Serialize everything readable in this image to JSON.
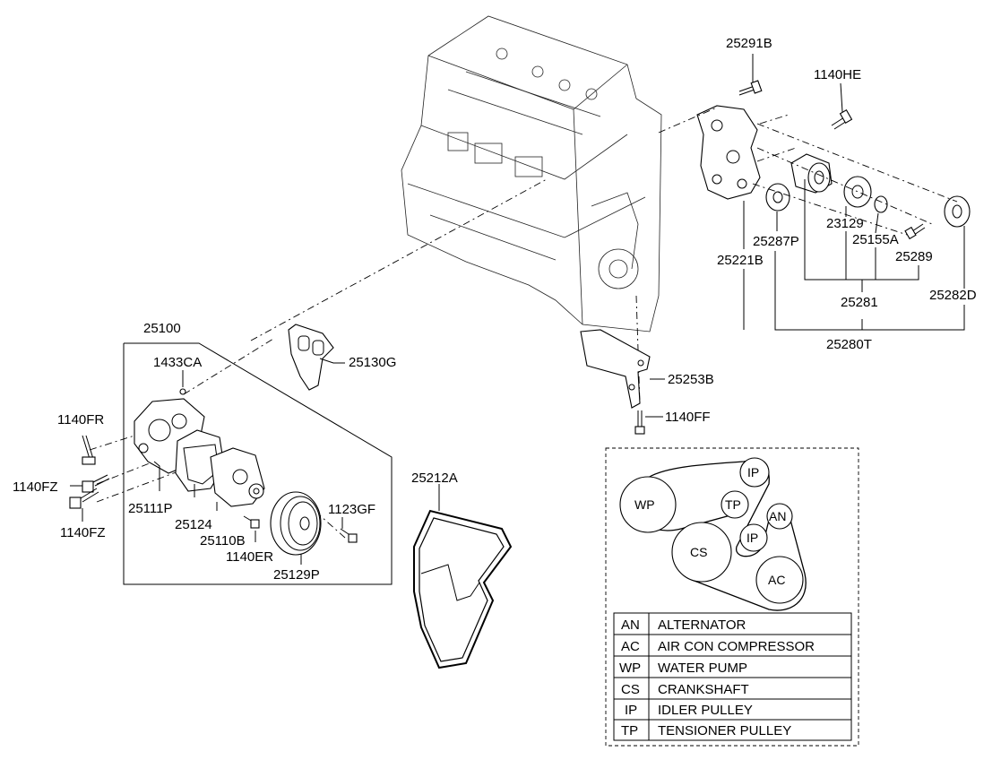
{
  "part_labels": {
    "p25291B": "25291B",
    "p1140HE": "1140HE",
    "p23129": "23129",
    "p25155A": "25155A",
    "p25287P": "25287P",
    "p25221B": "25221B",
    "p25289": "25289",
    "p25281": "25281",
    "p25282D": "25282D",
    "p25280T": "25280T",
    "p25100": "25100",
    "p1433CA": "1433CA",
    "p25130G": "25130G",
    "p25253B": "25253B",
    "p1140FF": "1140FF",
    "p1140FR": "1140FR",
    "p1140FZa": "1140FZ",
    "p1140FZb": "1140FZ",
    "p25111P": "25111P",
    "p25124": "25124",
    "p25110B": "25110B",
    "p1140ER": "1140ER",
    "p25129P": "25129P",
    "p1123GF": "1123GF",
    "p25212A": "25212A"
  },
  "pulleys": {
    "wp": "WP",
    "ip_top": "IP",
    "tp": "TP",
    "an": "AN",
    "ip_mid": "IP",
    "cs": "CS",
    "ac": "AC"
  },
  "legend": [
    {
      "abbr": "AN",
      "desc": "ALTERNATOR"
    },
    {
      "abbr": "AC",
      "desc": "AIR CON COMPRESSOR"
    },
    {
      "abbr": "WP",
      "desc": "WATER PUMP"
    },
    {
      "abbr": "CS",
      "desc": "CRANKSHAFT"
    },
    {
      "abbr": "IP",
      "desc": "IDLER PULLEY"
    },
    {
      "abbr": "TP",
      "desc": "TENSIONER PULLEY"
    }
  ]
}
